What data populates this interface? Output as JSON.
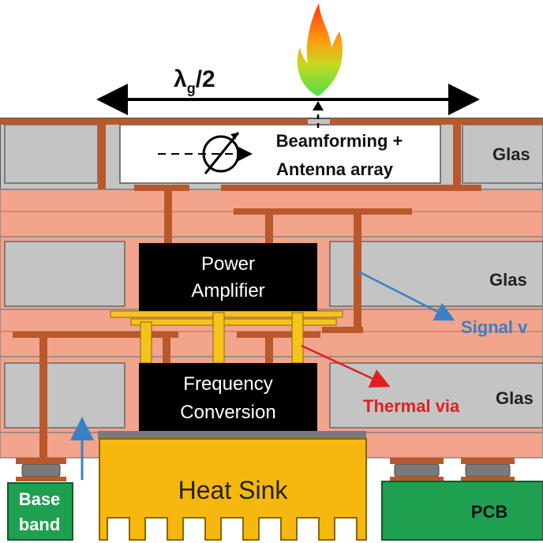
{
  "labels": {
    "wavelength_main": "λ",
    "wavelength_sub": "g",
    "wavelength_rest": "/2",
    "beamforming_line1": "Beamforming +",
    "beamforming_line2": "Antenna array",
    "glass_top": "Glas",
    "glass_mid": "Glas",
    "glass_bottom": "Glas",
    "power_amp_line1": "Power",
    "power_amp_line2": "Amplifier",
    "freq_line1": "Frequency",
    "freq_line2": "Conversion",
    "signal_via": "Signal v",
    "thermal_via": "Thermal via",
    "heat_sink": "Heat Sink",
    "baseband_line1": "Base",
    "baseband_line2": "band",
    "pcb": "PCB"
  },
  "colors": {
    "glass": "#c4c4c4",
    "rdl": "#f2a48c",
    "via": "#b9582a",
    "chip": "#000000",
    "thermal": "#f6c21c",
    "heat_sink": "#f6b80e",
    "pcb_green": "#1fa050",
    "signal_arrow": "#3a80c8",
    "thermal_arrow": "#e02020",
    "bump": "#7a7a7a"
  },
  "icons": {
    "flame": "flame-icon",
    "phase_shifter": "phase-shifter-icon"
  }
}
